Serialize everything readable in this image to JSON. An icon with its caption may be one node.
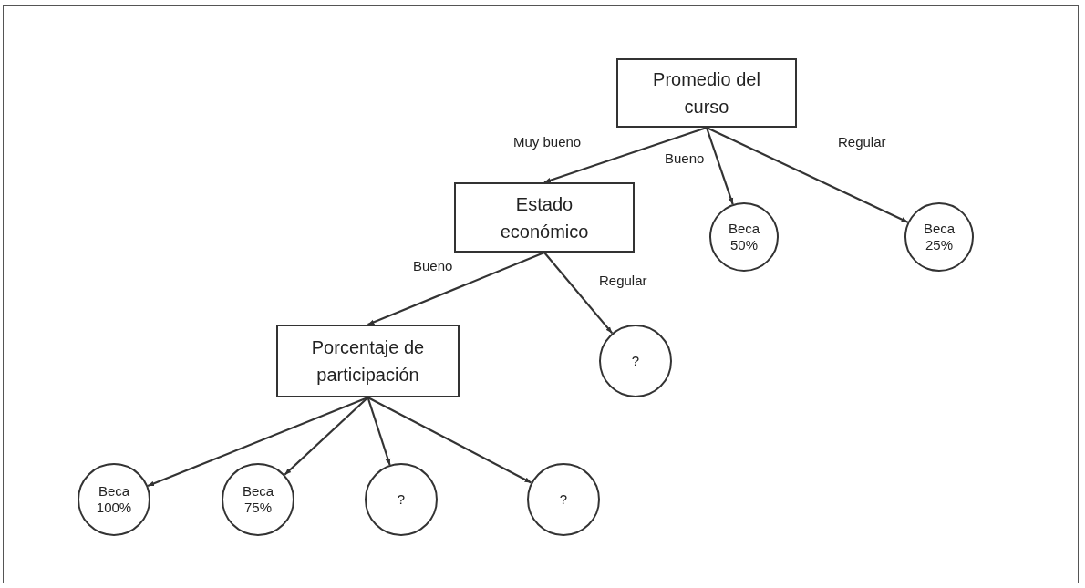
{
  "diagram": {
    "nodes": [
      {
        "text": [
          "Promedio del curso"
        ]
      },
      {
        "text": [
          "Estado económico"
        ]
      },
      {
        "text": [
          "Beca 50%"
        ]
      },
      {
        "text": [
          "Beca 25%"
        ]
      },
      {
        "text": [
          "Porcentaje de participación"
        ]
      },
      {
        "text": [
          "?"
        ]
      },
      {
        "text": [
          "Beca 100%"
        ]
      },
      {
        "text": [
          "Beca 75%"
        ]
      },
      {
        "text": [
          "?"
        ]
      },
      {
        "text": [
          "?"
        ]
      }
    ],
    "edges": [
      {
        "from": 0,
        "to": 1,
        "arrow": "to",
        "label": "Muy bueno"
      },
      {
        "from": 0,
        "to": 2,
        "arrow": "to",
        "label": "Bueno"
      },
      {
        "from": 0,
        "to": 3,
        "arrow": "to",
        "label": "Regular"
      },
      {
        "from": 1,
        "to": 4,
        "arrow": "to",
        "label": "Bueno"
      },
      {
        "from": 1,
        "to": 5,
        "arrow": "to",
        "label": "Regular"
      },
      {
        "from": 4,
        "to": 6,
        "arrow": "to"
      },
      {
        "from": 4,
        "to": 7,
        "arrow": "to"
      },
      {
        "from": 4,
        "to": 8,
        "arrow": "to"
      },
      {
        "from": 4,
        "to": 9,
        "arrow": "to"
      }
    ]
  }
}
